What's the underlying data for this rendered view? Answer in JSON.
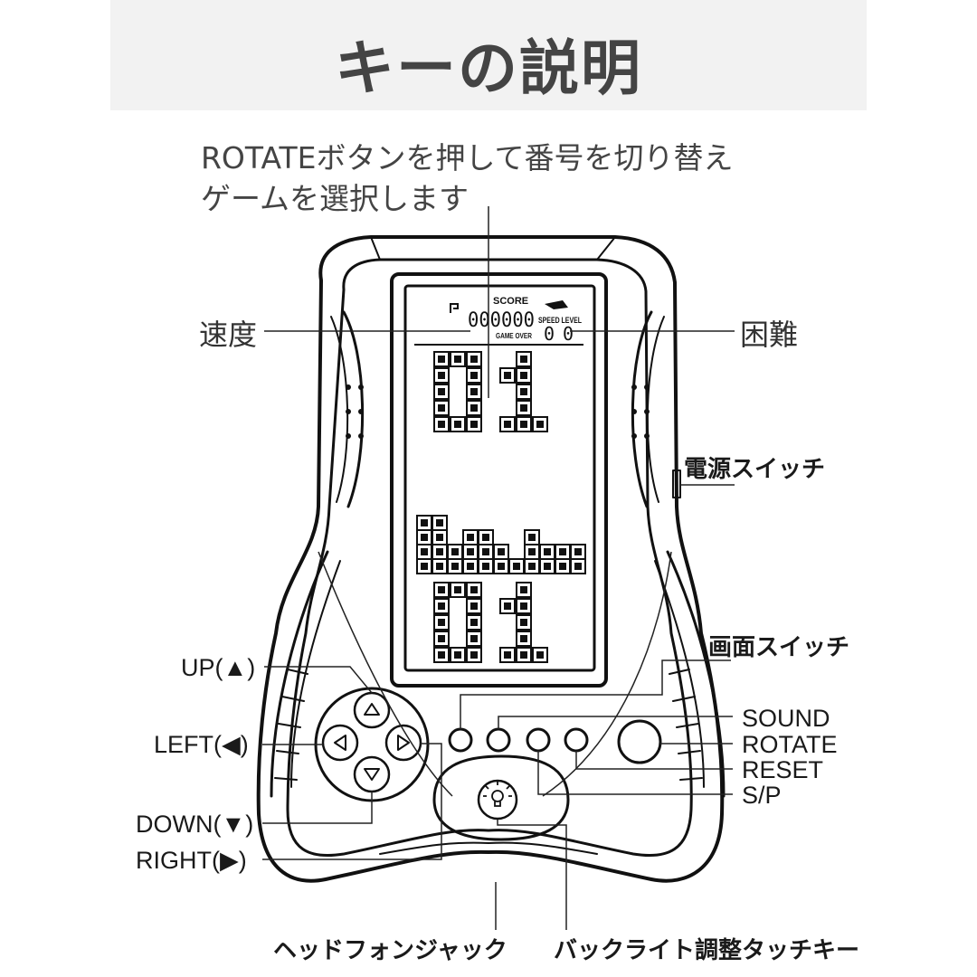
{
  "title": "キーの説明",
  "instruction": {
    "line1": "ROTATEボタンを押して番号を切り替え",
    "line2": "ゲームを選択します"
  },
  "screen": {
    "score_label": "SCORE",
    "score_value": "000000",
    "speed_level_label": "SPEED LEVEL",
    "game_over_label": "GAME OVER",
    "speed_value": "0",
    "level_value": "0"
  },
  "labels": {
    "speed": "速度",
    "difficulty": "困難",
    "power_switch": "電源スイッチ",
    "screen_switch": "画面スイッチ",
    "up": "UP(▲)",
    "left": "LEFT(◀)",
    "down": "DOWN(▼)",
    "right": "RIGHT(▶)",
    "sound": "SOUND",
    "rotate": "ROTATE",
    "reset": "RESET",
    "sp": "S/P",
    "headphone_jack": "ヘッドフォンジャック",
    "backlight_key": "バックライト調整タッチキー"
  },
  "icons": {
    "dpad": [
      "up-arrow-icon",
      "left-arrow-icon",
      "right-arrow-icon",
      "down-arrow-icon"
    ],
    "backlight": "lightbulb-icon"
  }
}
